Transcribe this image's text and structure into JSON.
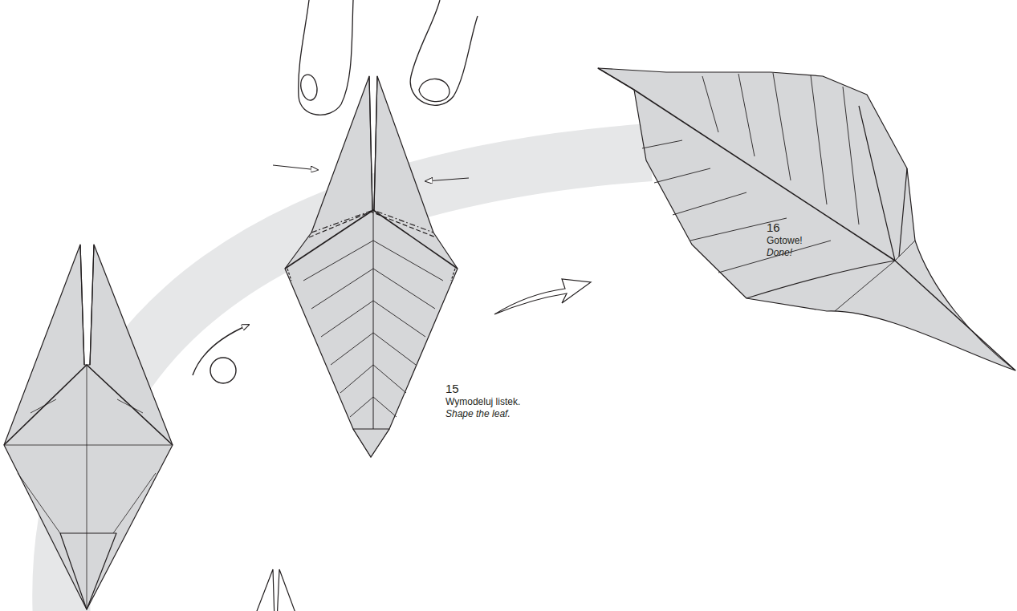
{
  "diagram": {
    "labels": [
      "15",
      "Wymodeluj listek.",
      "Shape the leaf.",
      "16",
      "Gotowe!",
      "Done!"
    ]
  }
}
